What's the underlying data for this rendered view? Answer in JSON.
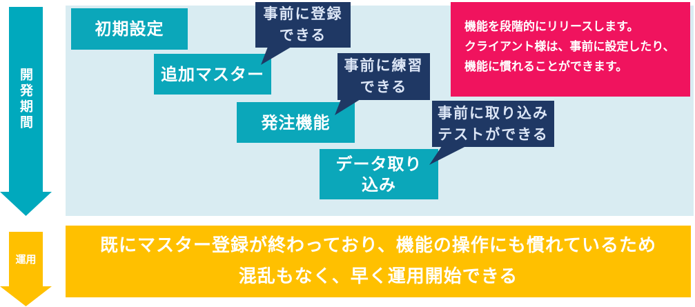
{
  "timeline": {
    "dev_label": "開発期間",
    "ops_label": "運用"
  },
  "stages": [
    {
      "label": "初期設定"
    },
    {
      "label": "追加マスター"
    },
    {
      "label": "発注機能"
    },
    {
      "label": "データ取り\n込み"
    }
  ],
  "callouts": [
    {
      "text": "事前に登録\nできる"
    },
    {
      "text": "事前に練習\nできる"
    },
    {
      "text": "事前に取り込み\nテストができる"
    }
  ],
  "release_note": "機能を段階的にリリースします。\nクライアント様は、事前に設定したり、\n機能に慣れることができます。",
  "operation_note": "既にマスター登録が終わっており、機能の操作にも慣れているため\n混乱もなく、早く運用開始できる",
  "colors": {
    "stage_cyan": "#0ba7ba",
    "arrow_cyan": "#00a9bd",
    "panel_blue": "#d9ecf2",
    "bubble_navy": "#1f3864",
    "note_pink": "#f0135e",
    "operation_orange": "#ffc000"
  }
}
